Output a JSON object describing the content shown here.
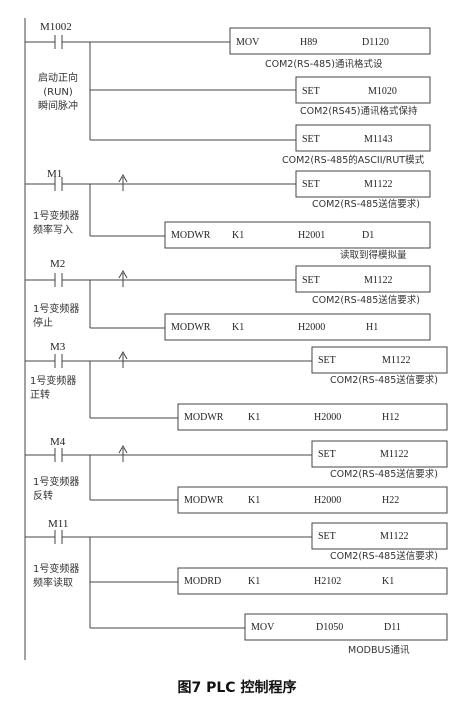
{
  "rungs": [
    {
      "contact": "M1002",
      "comment": [
        "启动正向",
        "(RUN)",
        "瞬间脉冲"
      ],
      "instructions": [
        {
          "op": "MOV",
          "args": [
            "H89",
            "D1120"
          ],
          "note": "COM2(RS-485)通讯格式设"
        },
        {
          "op": "SET",
          "args": [
            "M1020"
          ],
          "note": "COM2(RS45)通讯格式保持"
        },
        {
          "op": "SET",
          "args": [
            "M1143"
          ],
          "note": "COM2(RS-485的ASCII/RUT模式"
        }
      ]
    },
    {
      "contact": "M1",
      "comment": [
        "1号变频器",
        "频率写入"
      ],
      "instructions": [
        {
          "op": "SET",
          "args": [
            "M1122"
          ],
          "note": "COM2(RS-485送信要求)"
        },
        {
          "op": "MODWR",
          "args": [
            "K1",
            "H2001",
            "D1"
          ],
          "note": "读取到得模拟量"
        }
      ]
    },
    {
      "contact": "M2",
      "comment": [
        "1号变频器",
        "停止"
      ],
      "instructions": [
        {
          "op": "SET",
          "args": [
            "M1122"
          ],
          "note": "COM2(RS-485送信要求)"
        },
        {
          "op": "MODWR",
          "args": [
            "K1",
            "H2000",
            "H1"
          ],
          "note": ""
        }
      ]
    },
    {
      "contact": "M3",
      "comment": [
        "1号变频器",
        "正转"
      ],
      "instructions": [
        {
          "op": "SET",
          "args": [
            "M1122"
          ],
          "note": "COM2(RS-485送信要求)"
        },
        {
          "op": "MODWR",
          "args": [
            "K1",
            "H2000",
            "H12"
          ],
          "note": ""
        }
      ]
    },
    {
      "contact": "M4",
      "comment": [
        "1号变频器",
        "反转"
      ],
      "instructions": [
        {
          "op": "SET",
          "args": [
            "M1122"
          ],
          "note": "COM2(RS-485送信要求)"
        },
        {
          "op": "MODWR",
          "args": [
            "K1",
            "H2000",
            "H22"
          ],
          "note": ""
        }
      ]
    },
    {
      "contact": "M11",
      "comment": [
        "1号变频器",
        "频率读取"
      ],
      "instructions": [
        {
          "op": "SET",
          "args": [
            "M1122"
          ],
          "note": "COM2(RS-485送信要求)"
        },
        {
          "op": "MODRD",
          "args": [
            "K1",
            "H2102",
            "K1"
          ],
          "note": ""
        },
        {
          "op": "MOV",
          "args": [
            "D1050",
            "D11"
          ],
          "note": "MODBUS通讯"
        }
      ]
    }
  ],
  "caption": "图7   PLC 控制程序"
}
